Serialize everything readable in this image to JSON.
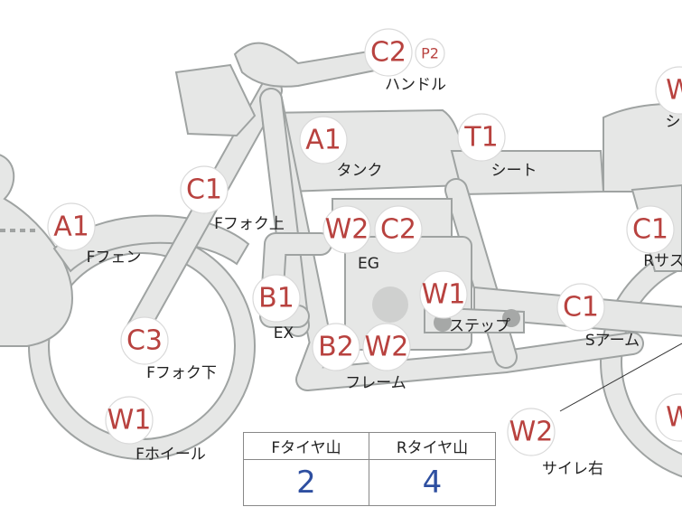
{
  "badges": {
    "handle_grade": "C2",
    "handle_sub_grade": "P2",
    "tank_grade": "A1",
    "seat_grade": "T1",
    "fork_upper_grade": "C1",
    "front_fender_grade": "A1",
    "engine_grade_1": "W2",
    "engine_grade_2": "C2",
    "exhaust_grade": "B1",
    "step_grade": "W1",
    "frame_grade_1": "B2",
    "frame_grade_2": "W2",
    "fork_lower_grade": "C3",
    "front_wheel_grade": "W1",
    "swingarm_grade": "C1",
    "muffler_right_grade": "W2",
    "rear_suspension_grade": "C1",
    "rear_top_right_grade": "W",
    "rear_bottom_right_grade": "W"
  },
  "labels": {
    "handle": "ハンドル",
    "tank": "タンク",
    "seat": "シート",
    "fork_upper": "Fフォク上",
    "front_fender": "Fフェン",
    "engine": "EG",
    "exhaust": "EX",
    "step": "ステップ",
    "frame": "フレーム",
    "fork_lower": "Fフォク下",
    "front_wheel": "Fホイール",
    "swingarm": "Sアーム",
    "muffler_right": "サイレ右",
    "rear_suspension": "Rサス",
    "rear_top_right": "シ"
  },
  "tire_table": {
    "front_header": "Fタイヤ山",
    "rear_header": "Rタイヤ山",
    "front_value": "2",
    "rear_value": "4"
  },
  "colors": {
    "grade_text": "#b8423f",
    "tire_value": "#2e4fa0",
    "part_fill": "#e6e7e6",
    "part_stroke": "#9fa3a2"
  }
}
